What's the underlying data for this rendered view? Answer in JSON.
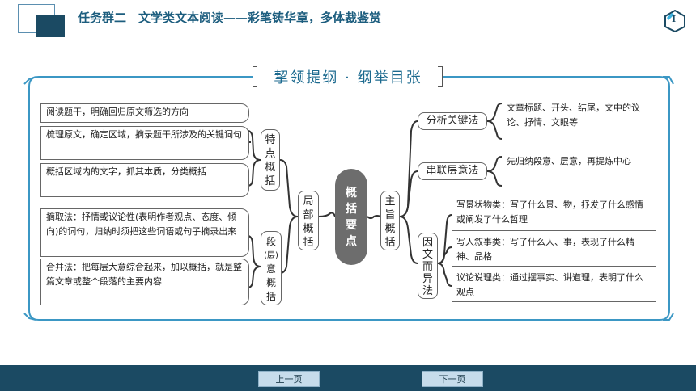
{
  "header": {
    "title": "任务群二　文学类文本阅读——彩笔铸华章，多体裁鉴赏",
    "page_badge": "I"
  },
  "section_title": "挈领提纲 · 纲举目张",
  "center_node": [
    "概",
    "括",
    "要",
    "点"
  ],
  "left": {
    "local_label": [
      "局",
      "部",
      "概",
      "括"
    ],
    "feature_label": [
      "特",
      "点",
      "概",
      "括"
    ],
    "paragraph_label": [
      "段",
      "(层)",
      "意",
      "概",
      "括"
    ],
    "feature_items": [
      "阅读题干，明确回归原文筛选的方向",
      "梳理原文，确定区域，摘录题干所涉及的关键词句",
      "概括区域内的文字，抓其本质，分类概括"
    ],
    "paragraph_items": [
      "摘取法：抒情或议论性(表明作者观点、态度、倾向)的词句，归纳时须把这些词语或句子摘录出来",
      "合并法：把每层大意综合起来，加以概括，就是整篇文章或整个段落的主要内容"
    ]
  },
  "right": {
    "theme_label": [
      "主",
      "旨",
      "概",
      "括"
    ],
    "analyze_label": "分析关键法",
    "analyze_text": "文章标题、开头、结尾，文中的议论、抒情、文眼等",
    "series_label": "串联层意法",
    "series_text": "先归纳段意、层意，再提炼中心",
    "genre_label": [
      "因",
      "文",
      "而",
      "异",
      "法"
    ],
    "genre_items": [
      "写景状物类：写了什么景、物，抒发了什么感情或阐发了什么哲理",
      "写人叙事类：写了什么人、事，表现了什么精神、品格",
      "议论说理类：通过摆事实、讲道理，表明了什么观点"
    ]
  },
  "footer": {
    "prev_label": "上一页",
    "next_label": "下一页"
  },
  "colors": {
    "accent": "#1c5d7e",
    "frame": "#3b97c4",
    "footer_bg": "#1b4a63",
    "center_fill": "#6d6d6d"
  }
}
